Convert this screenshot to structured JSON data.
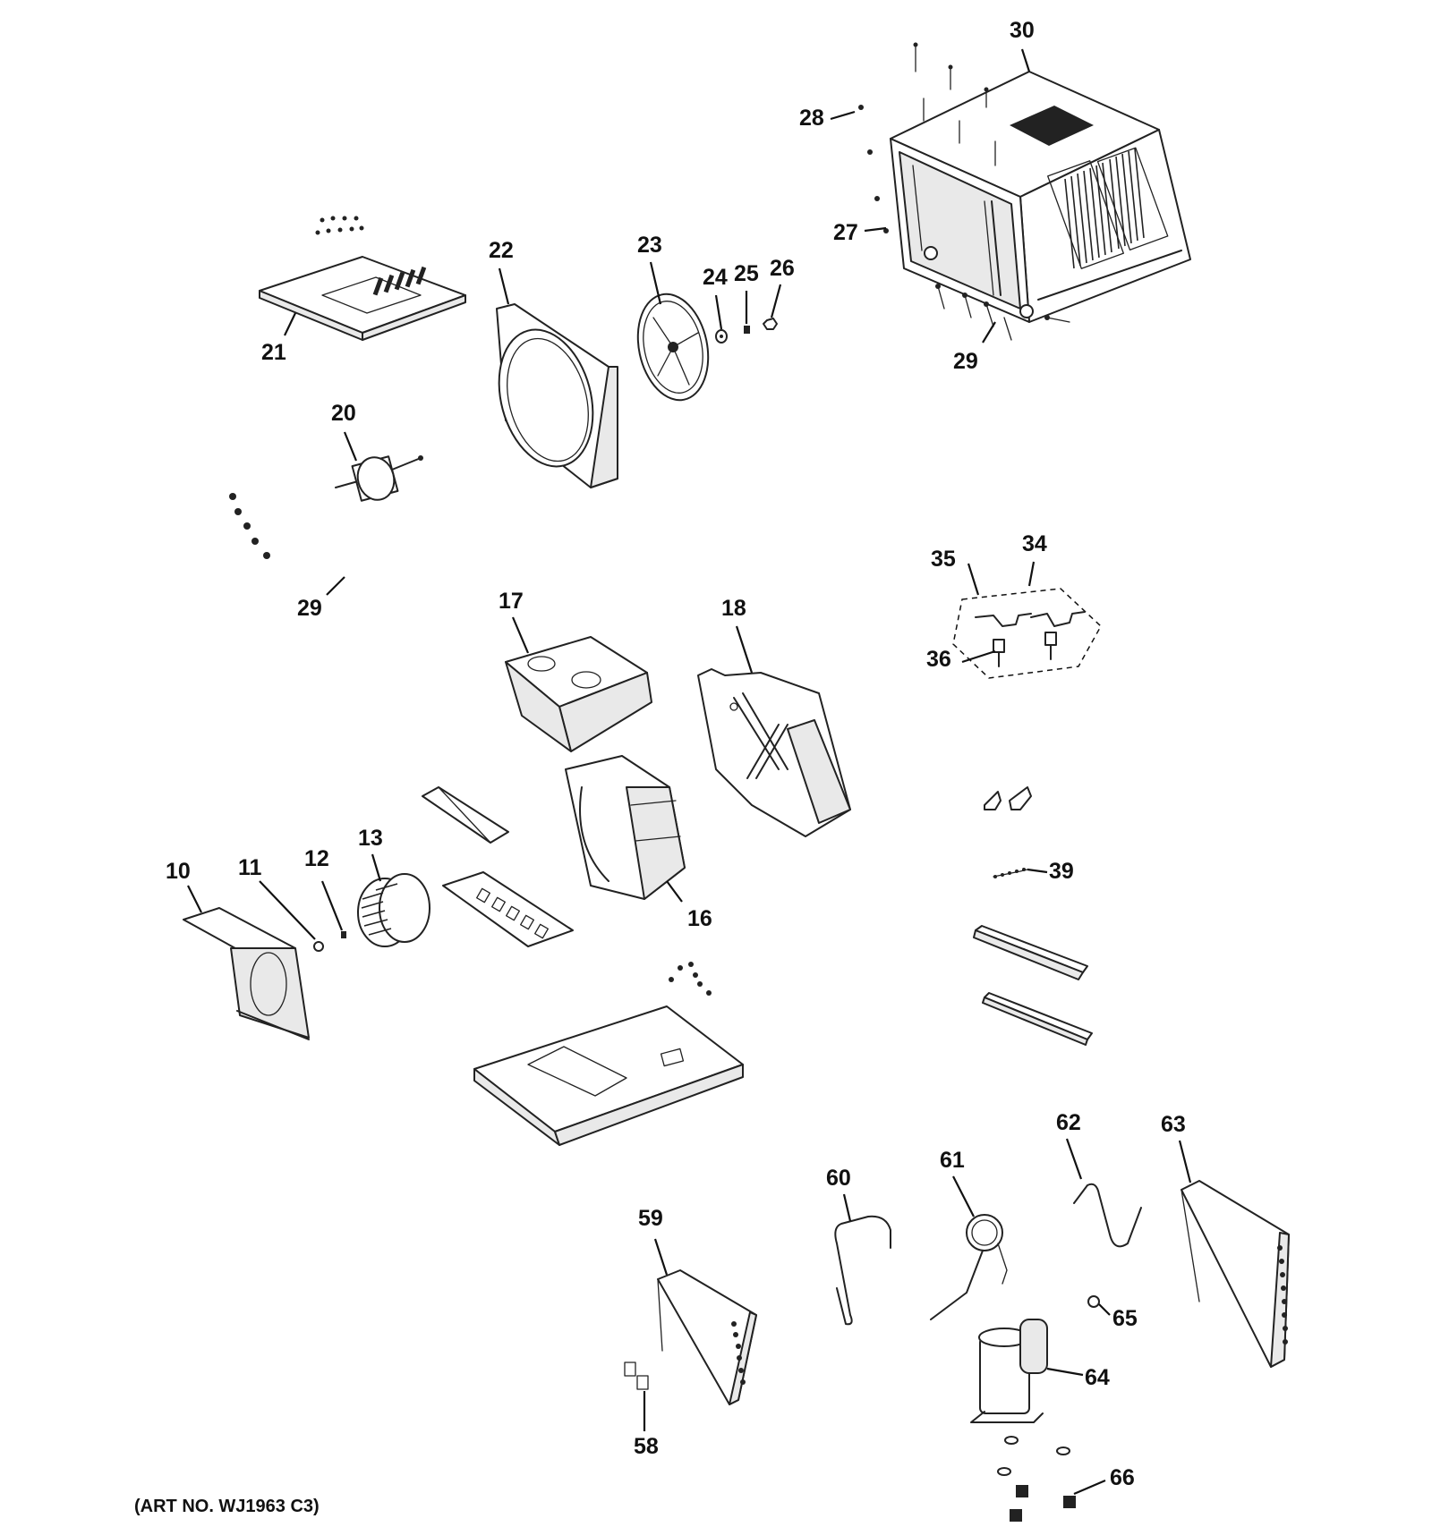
{
  "callouts": {
    "c10": "10",
    "c11": "11",
    "c12": "12",
    "c13": "13",
    "c16": "16",
    "c17": "17",
    "c18": "18",
    "c20": "20",
    "c21": "21",
    "c22": "22",
    "c23": "23",
    "c24": "24",
    "c25": "25",
    "c26": "26",
    "c27": "27",
    "c28": "28",
    "c29a": "29",
    "c29b": "29",
    "c30": "30",
    "c34": "34",
    "c35": "35",
    "c36": "36",
    "c39": "39",
    "c58": "58",
    "c59": "59",
    "c60": "60",
    "c61": "61",
    "c62": "62",
    "c63": "63",
    "c64": "64",
    "c65": "65",
    "c66": "66"
  },
  "art_number": "(ART NO. WJ1963 C3)"
}
